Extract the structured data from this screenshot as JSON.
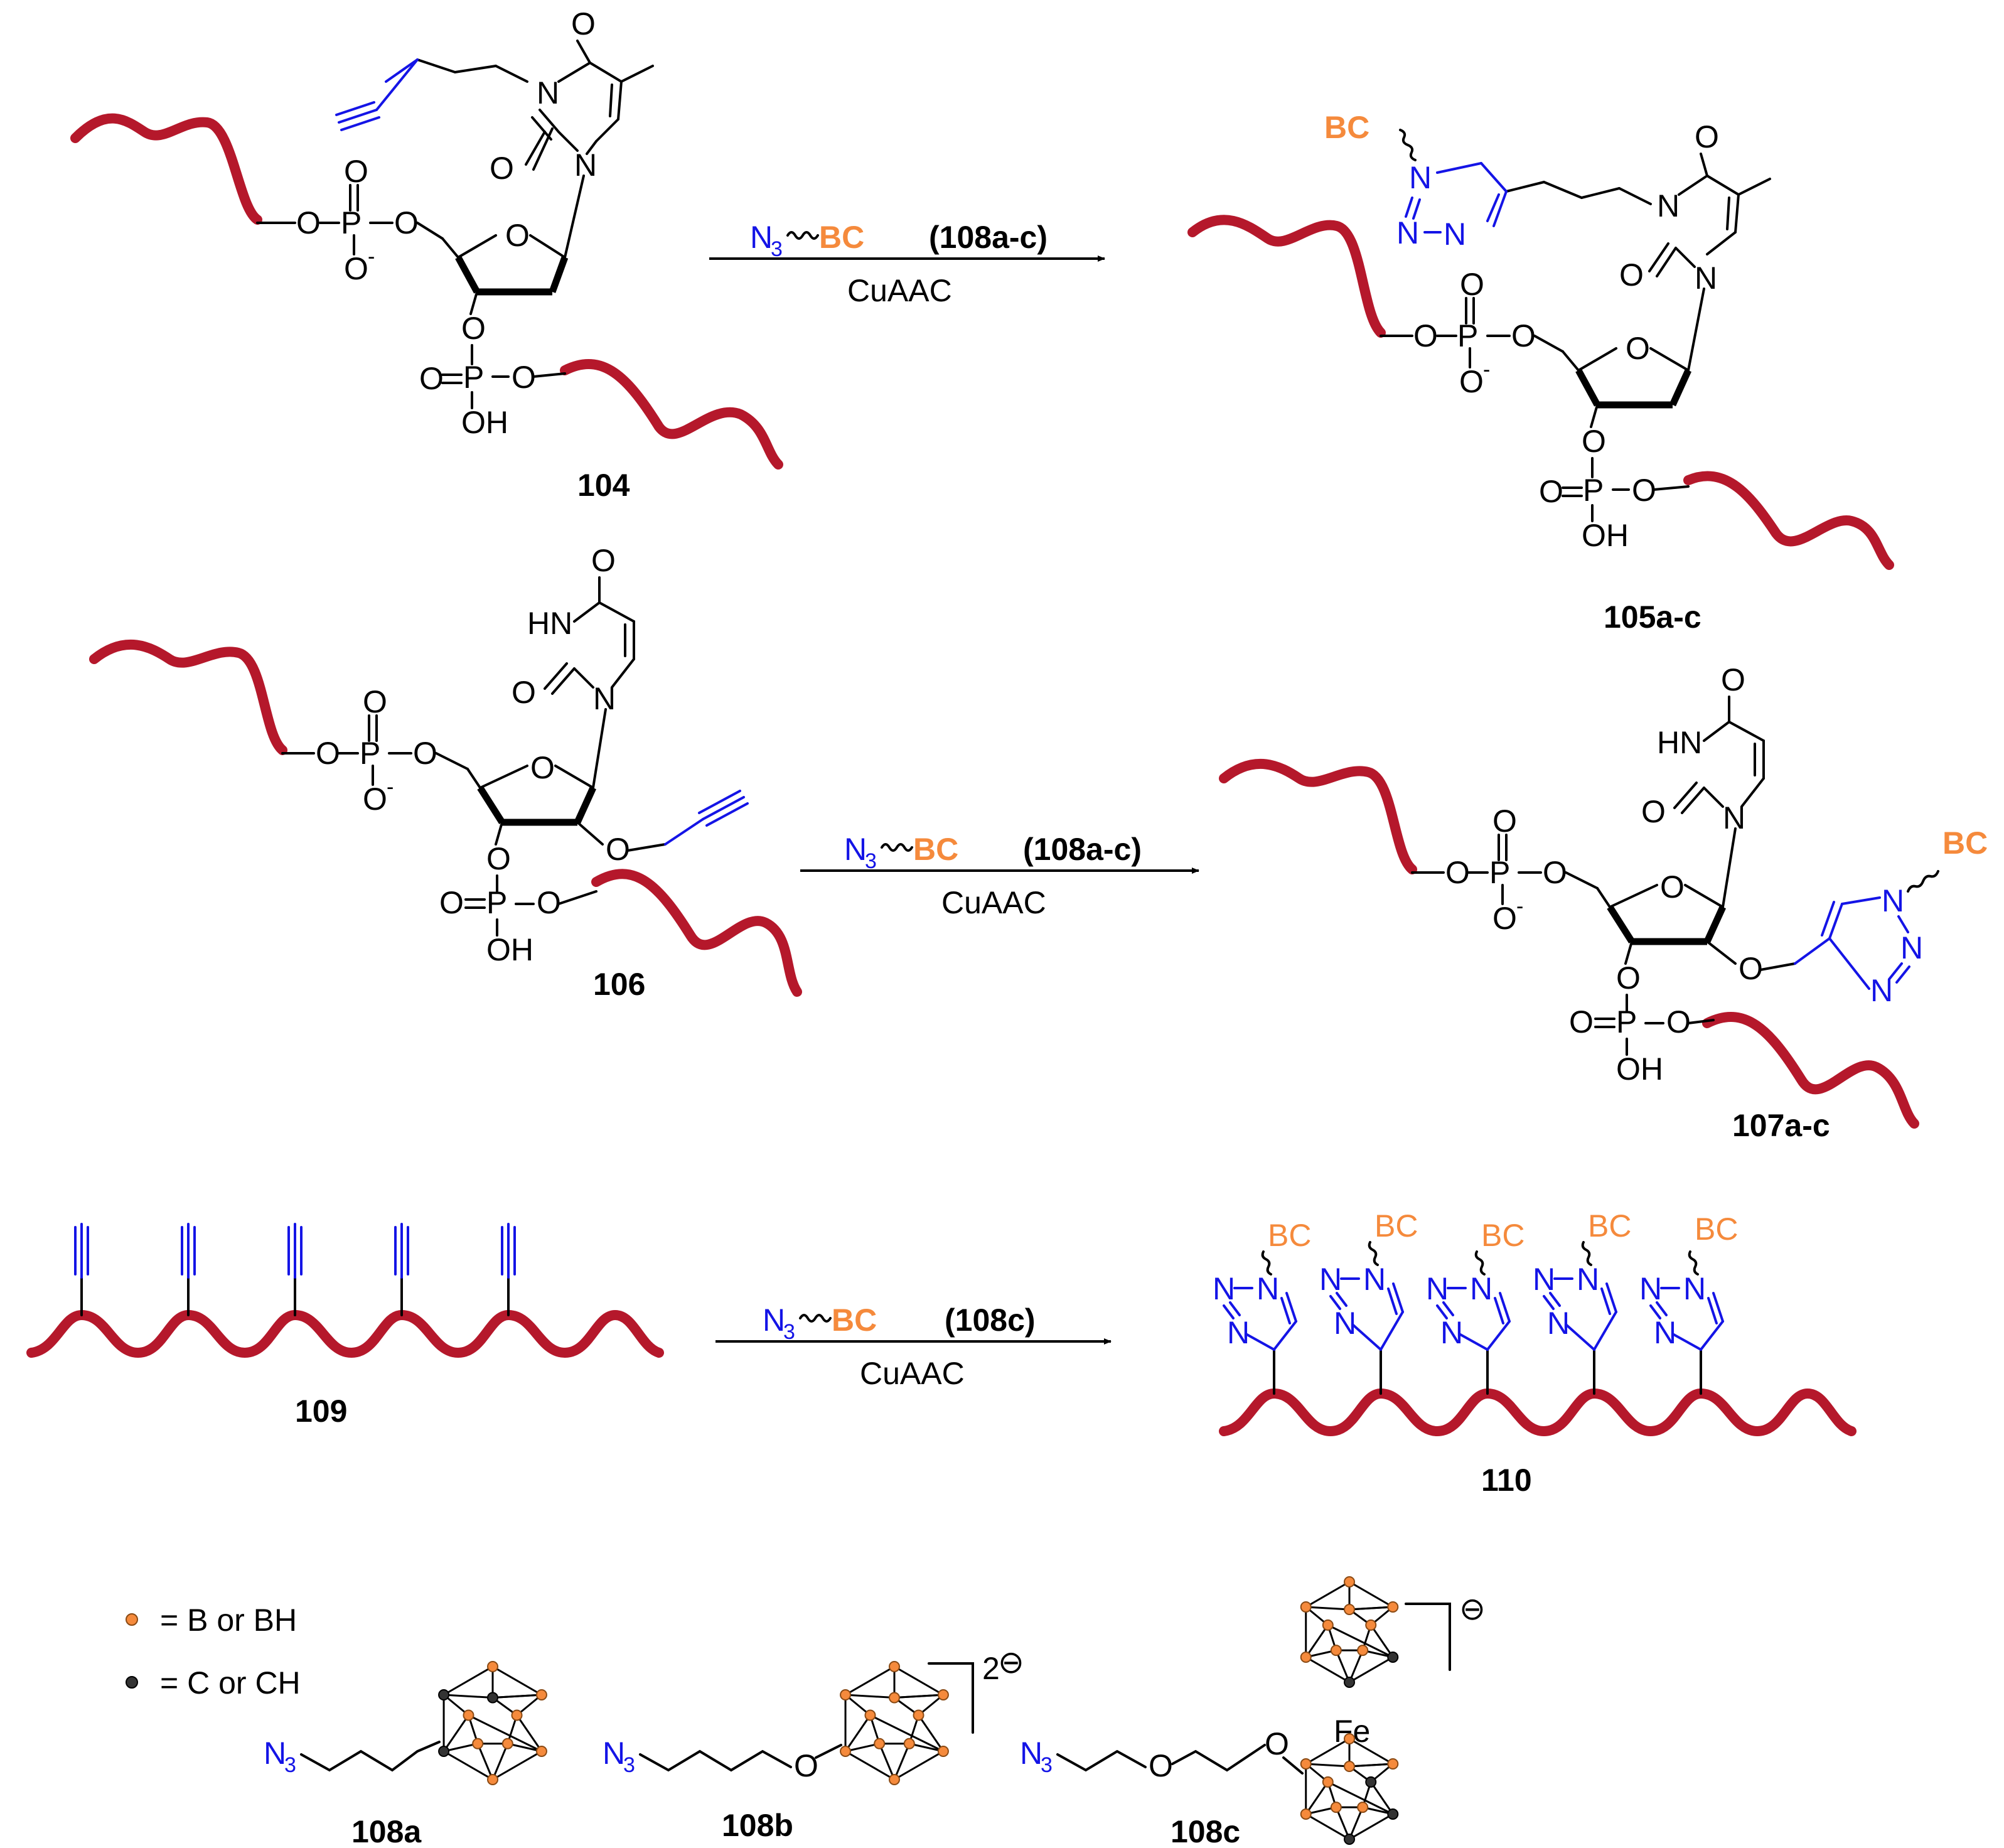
{
  "compounds": {
    "c104": "104",
    "c105": "105a-c",
    "c106": "106",
    "c107": "107a-c",
    "c109": "109",
    "c110": "110",
    "c108a": "108a",
    "c108b": "108b",
    "c108c": "108c"
  },
  "reagent": {
    "azide": "N",
    "azide_sub": "3",
    "bc": "BC",
    "label_a": "108a-c",
    "label_c": "108c"
  },
  "condition": "CuAAC",
  "atoms": {
    "O": "O",
    "P": "P",
    "N": "N",
    "HN": "HN",
    "OH": "OH",
    "Ominus": "O",
    "minus": "-",
    "Fe": "Fe"
  },
  "legend": {
    "b_text": "= B or BH",
    "c_text": "= C or CH",
    "charge_2": "2",
    "charge_symbol": "⊖"
  },
  "colors": {
    "ribbon": "#b5182b",
    "azide": "#1414e6",
    "boron_cluster": "#f58a3c"
  }
}
